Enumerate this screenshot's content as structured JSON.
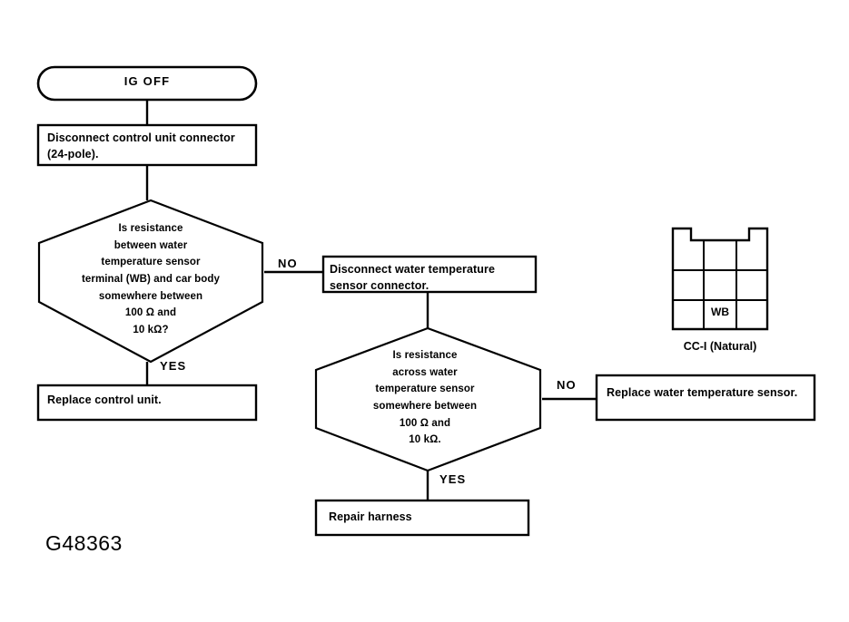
{
  "figure": {
    "id": "G48363",
    "type": "troubleshooting-flowchart",
    "title": "Water temperature sensor circuit diagnosis"
  },
  "nodes": {
    "terminal_start": {
      "shape": "stadium",
      "label": "IG OFF"
    },
    "process_disconnect_control_unit": {
      "shape": "rectangle",
      "label": "Disconnect control unit connector (24-pole)."
    },
    "decision_resistance_to_body": {
      "shape": "hexagon",
      "label": "Is resistance\nbetween water\ntemperature sensor\nterminal (WB) and car body\nsomewhere between\n100 Ω and\n10 kΩ?"
    },
    "process_disconnect_sensor": {
      "shape": "rectangle",
      "label": "Disconnect water temperature sensor connector."
    },
    "decision_resistance_across_sensor": {
      "shape": "hexagon",
      "label": "Is resistance\nacross water\ntemperature sensor\nsomewhere between\n100 Ω and\n10 kΩ."
    },
    "outcome_replace_control_unit": {
      "shape": "rectangle",
      "label": "Replace control unit."
    },
    "outcome_replace_sensor": {
      "shape": "rectangle",
      "label": "Replace water temperature sensor."
    },
    "outcome_repair_harness": {
      "shape": "rectangle",
      "label": "Repair harness"
    }
  },
  "edges": {
    "decision1_no": "NO",
    "decision1_yes": "YES",
    "decision2_no": "NO",
    "decision2_yes": "YES"
  },
  "connector": {
    "caption": "CC-I (Natural)",
    "pin_label": "WB",
    "rows": 3,
    "columns": 3,
    "pin_position": {
      "row": 3,
      "column": 2
    }
  },
  "colors": {
    "stroke": "#000000",
    "fill": "#ffffff",
    "text": "#000000"
  }
}
